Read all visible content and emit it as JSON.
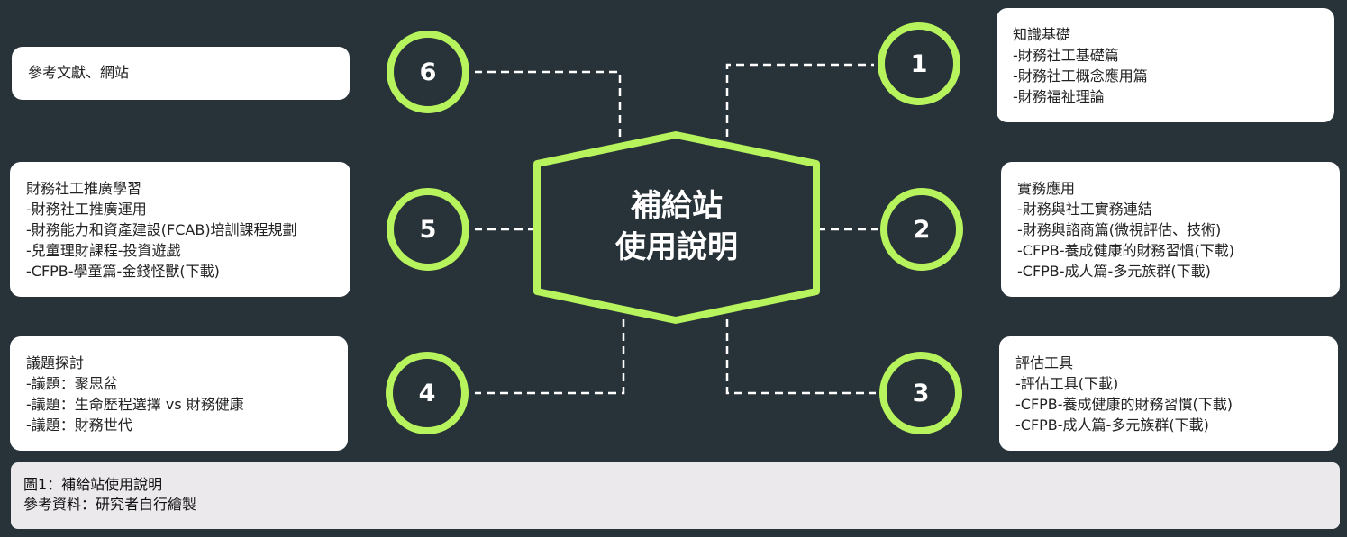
{
  "center": {
    "line1": "補給站",
    "line2": "使用說明"
  },
  "nodes": [
    {
      "number": "1",
      "lines": [
        "知識基礎",
        "-財務社工基礎篇",
        "-財務社工概念應用篇",
        "-財務福祉理論"
      ]
    },
    {
      "number": "2",
      "lines": [
        "實務應用",
        "-財務與社工實務連結",
        "-財務與諮商篇(微視評估、技術)",
        "-CFPB-養成健康的財務習慣(下載)",
        "-CFPB-成人篇-多元族群(下載)"
      ]
    },
    {
      "number": "3",
      "lines": [
        "評估工具",
        "-評估工具(下載)",
        "-CFPB-養成健康的財務習慣(下載)",
        "-CFPB-成人篇-多元族群(下載)"
      ]
    },
    {
      "number": "4",
      "lines": [
        "議題探討",
        "-議題：聚思盆",
        "-議題：生命歷程選擇 vs 財務健康",
        "-議題：財務世代"
      ]
    },
    {
      "number": "5",
      "lines": [
        "財務社工推廣學習",
        "-財務社工推廣運用",
        "-財務能力和資產建設(FCAB)培訓課程規劃",
        "-兒童理財課程-投資遊戲",
        "-CFPB-學童篇-金錢怪獸(下載)"
      ]
    },
    {
      "number": "6",
      "lines": [
        "參考文獻、網站"
      ]
    }
  ],
  "caption": {
    "line1": "圖1：補給站使用說明",
    "line2": "參考資料：研究者自行繪製"
  },
  "colors": {
    "background": "#273239",
    "accent": "#b7f35c",
    "card": "#ffffff",
    "caption_bg": "#ece9ec"
  }
}
